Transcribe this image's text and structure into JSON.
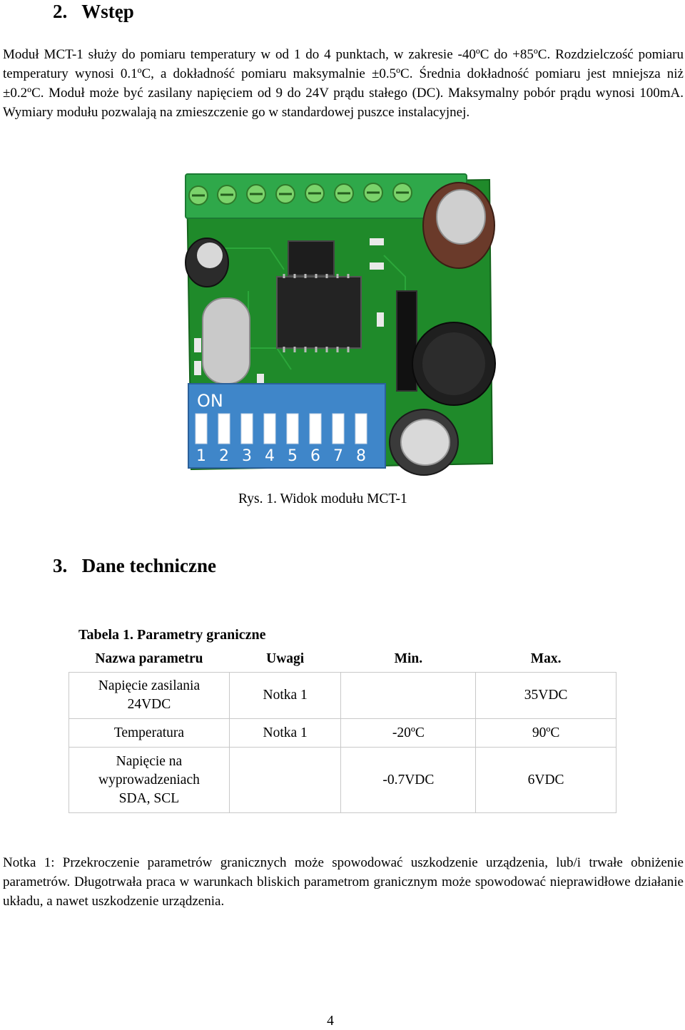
{
  "section_intro": {
    "number": "2.",
    "title": "Wstęp",
    "paragraph": "Moduł MCT-1 służy do pomiaru temperatury w od 1 do 4 punktach, w zakresie -40ºC do +85ºC. Rozdzielczość pomiaru temperatury wynosi 0.1ºC, a dokładność pomiaru maksymalnie ±0.5ºC. Średnia dokładność pomiaru jest mniejsza niż ±0.2ºC. Moduł może być zasilany napięciem od 9 do 24V prądu stałego (DC). Maksymalny pobór prądu wynosi 100mA. Wymiary modułu pozwalają na zmieszczenie go w standardowej puszce instalacyjnej."
  },
  "figure": {
    "caption": "Rys. 1. Widok modułu MCT-1",
    "dip_label_on": "ON",
    "dip_numbers": [
      "1",
      "2",
      "3",
      "4",
      "5",
      "6",
      "7",
      "8"
    ],
    "colors": {
      "pcb": "#1f8a2a",
      "terminal": "#2fa84a",
      "dip": "#3f86c9"
    }
  },
  "section_specs": {
    "number": "3.",
    "title": "Dane techniczne"
  },
  "table": {
    "caption": "Tabela 1. Parametry graniczne",
    "headers": [
      "Nazwa parametru",
      "Uwagi",
      "Min.",
      "Max."
    ],
    "rows": [
      {
        "name": "Napięcie zasilania 24VDC",
        "note": "Notka 1",
        "min": "",
        "max": "35VDC"
      },
      {
        "name": "Temperatura",
        "note": "Notka 1",
        "min": "-20ºC",
        "max": "90ºC"
      },
      {
        "name": "Napięcie na wyprowadzeniach SDA, SCL",
        "note": "",
        "min": "-0.7VDC",
        "max": "6VDC"
      }
    ]
  },
  "note": "Notka 1: Przekroczenie parametrów granicznych może spowodować uszkodzenie urządzenia, lub/i trwałe obniżenie parametrów. Długotrwała praca w warunkach bliskich parametrom granicznym może spowodować nieprawidłowe działanie układu, a nawet uszkodzenie urządzenia.",
  "page_number": "4"
}
